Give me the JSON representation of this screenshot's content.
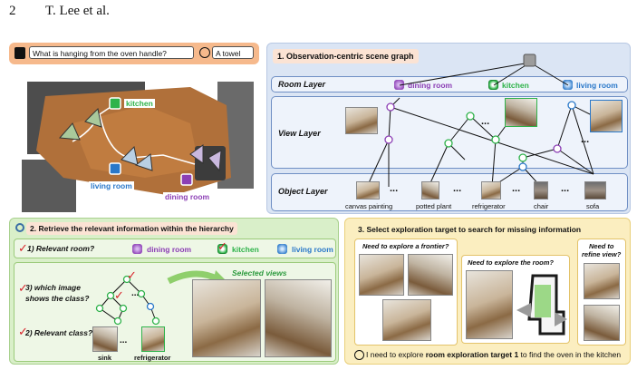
{
  "page_header": {
    "page_number": "2",
    "authors": "T. Lee et al."
  },
  "question_box": {
    "question": "What is hanging from the oven handle?",
    "answer": "A towel"
  },
  "map_labels": {
    "kitchen": "kitchen",
    "living_room": "living room",
    "dining_room": "dining room"
  },
  "panel1": {
    "title": "1. Observation-centric scene graph",
    "room_layer": "Room Layer",
    "view_layer": "View Layer",
    "object_layer": "Object Layer",
    "rooms": [
      "dining room",
      "kitchen",
      "living room"
    ],
    "objects": [
      "canvas painting",
      "potted plant",
      "refrigerator",
      "chair",
      "sofa"
    ],
    "ellipsis": "..."
  },
  "panel2": {
    "title": "2. Retrieve the relevant information within the hierarchy",
    "q1": "1) Relevant room?",
    "rooms": [
      "dining room",
      "kitchen",
      "living room"
    ],
    "q3a": "3) which image",
    "q3b": "shows the class?",
    "q2": "2) Relevant class?",
    "selected_views": "Selected views",
    "class_labels": [
      "sink",
      "refrigerator"
    ]
  },
  "panel3": {
    "title": "3. Select exploration target to search for missing information",
    "frontier": "Need to explore a frontier?",
    "room": "Need to explore the room?",
    "refine_a": "Need to",
    "refine_b": "refine view?",
    "footer_pre": "I need to explore ",
    "footer_bold": "room exploration target 1",
    "footer_post": " to find the oven in the kitchen"
  },
  "colors": {
    "question_bg": "#f6b98c",
    "panel1_bg": "#dbe5f4",
    "panel2_bg": "#d9efc9",
    "panel3_bg": "#fbeec0",
    "dining": "#8c3fb5",
    "kitchen": "#2fb34a",
    "living": "#2a78c9"
  }
}
